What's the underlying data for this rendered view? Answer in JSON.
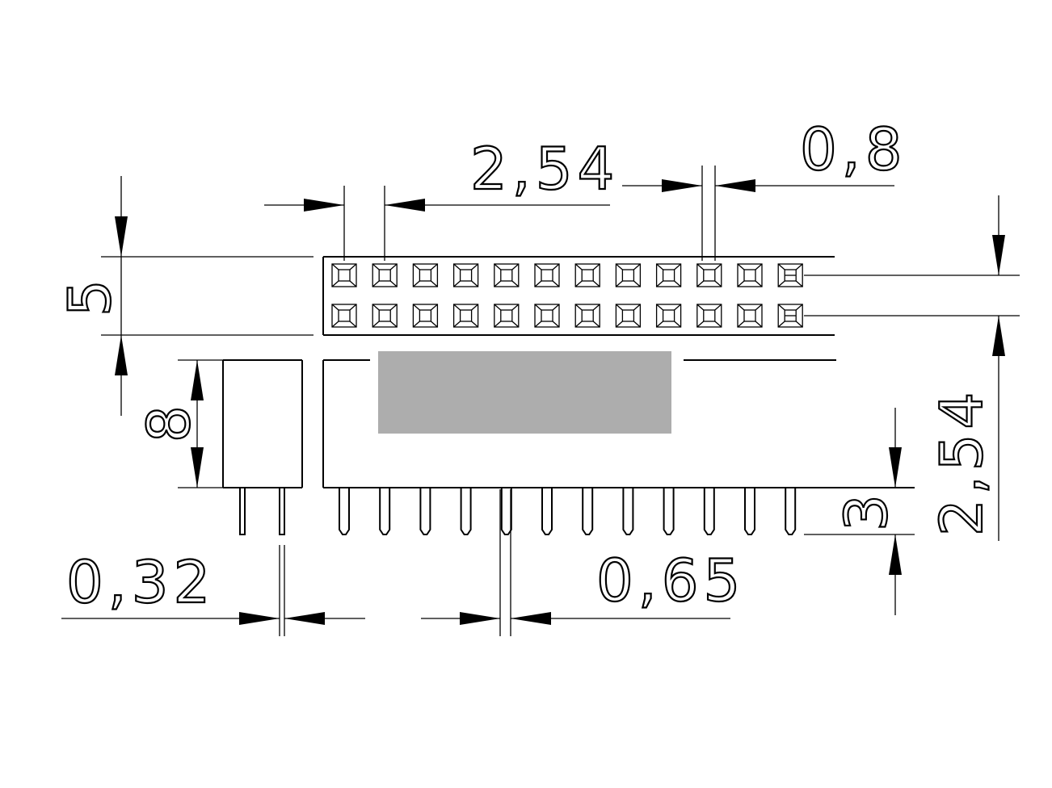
{
  "dimensions": {
    "pitch_top": "2,54",
    "pin_square": "0,8",
    "height_5": "5",
    "height_8": "8",
    "tail_3": "3",
    "row_pitch": "2,54",
    "tail_width": "0,32",
    "pin_width": "0,65"
  },
  "connector": {
    "columns": 12,
    "rows": 2
  },
  "colors": {
    "line": "#000000",
    "redaction": "#adadad",
    "background": "#ffffff"
  }
}
